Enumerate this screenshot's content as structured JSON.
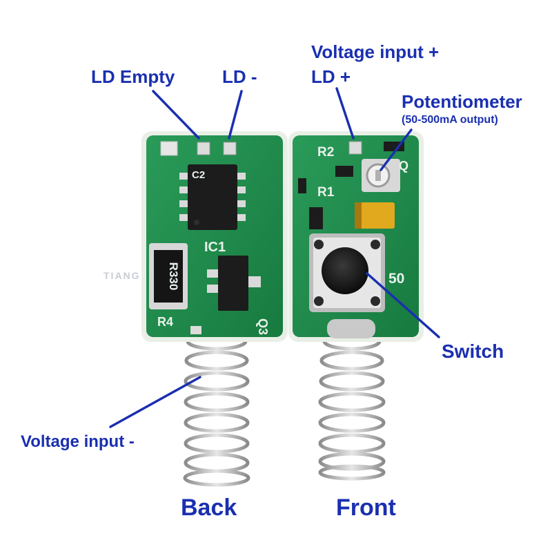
{
  "labels": {
    "ld_empty": "LD Empty",
    "ld_minus": "LD -",
    "voltage_input_plus": "Voltage input +",
    "ld_plus": "LD +",
    "potentiometer": "Potentiometer",
    "potentiometer_range": "(50-500mA output)",
    "switch": "Switch",
    "voltage_input_minus": "Voltage input -",
    "back": "Back",
    "front": "Front"
  },
  "board_markings": {
    "back": {
      "ic": "IC1",
      "resistor_label": "R4",
      "resistor_value": "R330",
      "transistor": "Q3",
      "cap": "C2"
    },
    "front": {
      "r2": "R2",
      "r1": "R1",
      "q": "Q",
      "code": "50"
    }
  },
  "watermark": "TIANG",
  "colors": {
    "label_blue": "#1a2fb0",
    "pcb_green": "#1f8a4c",
    "pcb_edge": "#e9efe6",
    "chip_black": "#1c1c1c",
    "spring_silver": "#b9b9b9"
  }
}
